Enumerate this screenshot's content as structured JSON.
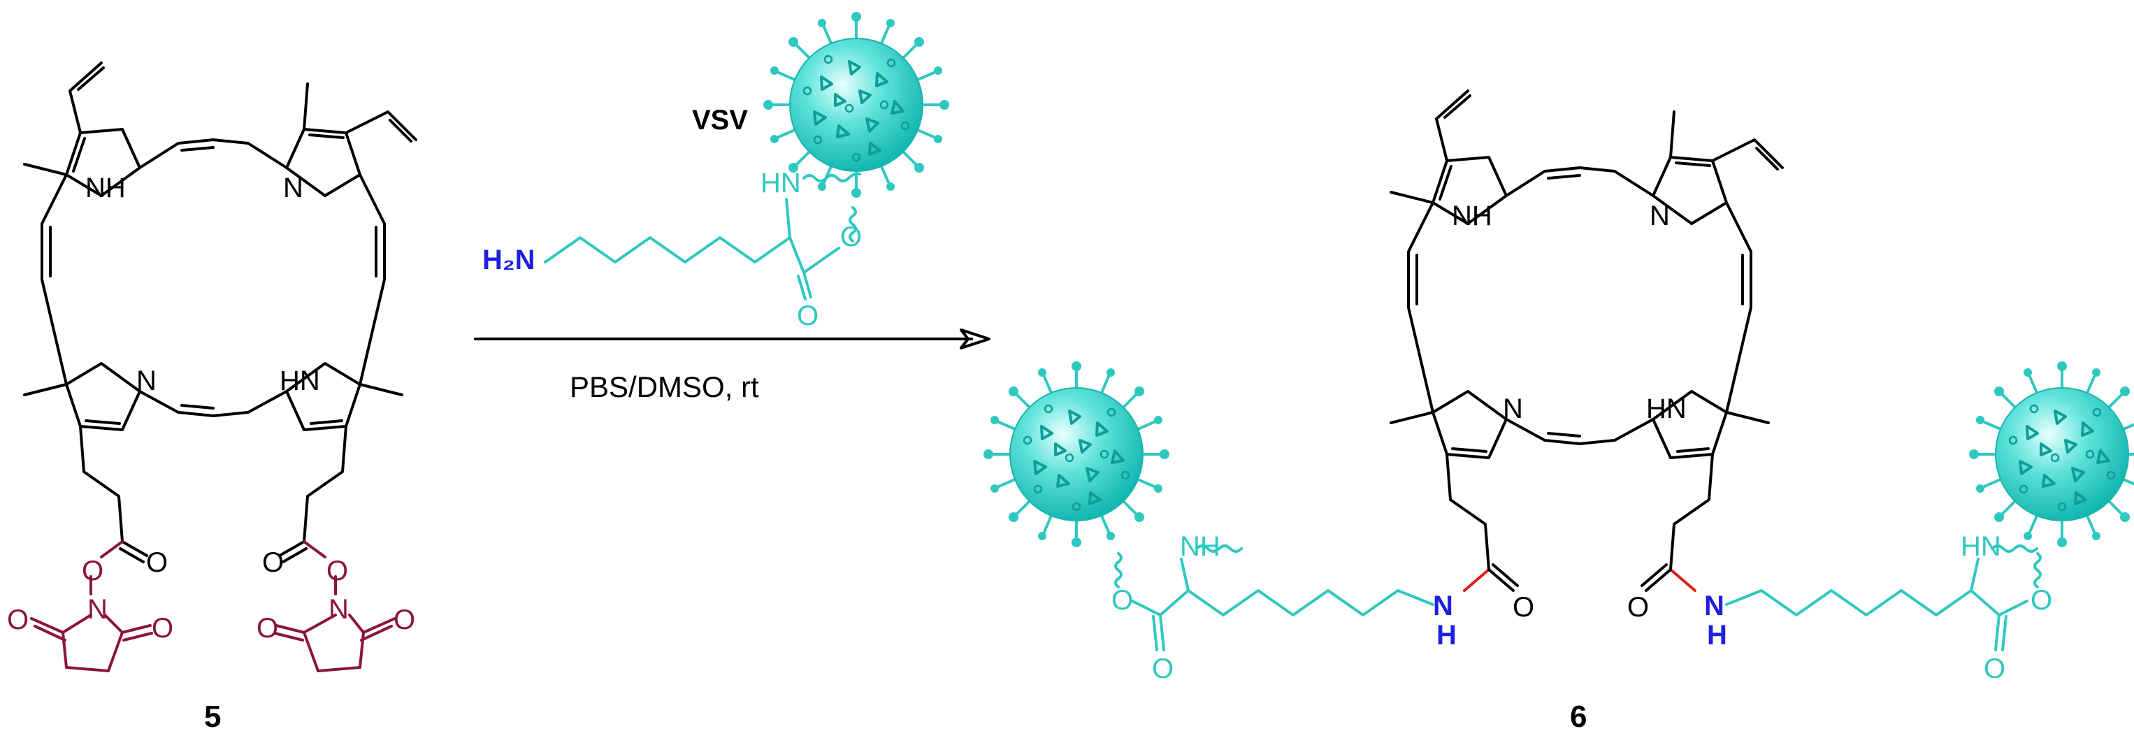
{
  "colors": {
    "black": "#000000",
    "cyan": "#2fc8c0",
    "maroon": "#8a1538",
    "blue": "#1f1fe0",
    "red": "#e11a1a"
  },
  "reagent": {
    "virus_label": "VSV",
    "amine_label": "H₂N",
    "nh_label": "HN",
    "o_ester": "O",
    "o_carbonyl": "O"
  },
  "arrow": {
    "conditions": "PBS/DMSO, rt"
  },
  "compound5": {
    "number": "5",
    "n_top_left": "NH",
    "n_top_right": "N",
    "n_bottom_left": "N",
    "n_bottom_right": "HN",
    "o_left_carbonyl": "O",
    "o_right_carbonyl": "O",
    "o_left_link": "O",
    "o_right_link": "O",
    "nhs_n": "N",
    "nhs_o": "O"
  },
  "compound6": {
    "number": "6",
    "n_top_left": "NH",
    "n_top_right": "N",
    "n_bottom_left": "N",
    "n_bottom_right": "HN",
    "amide_nh": "N",
    "amide_h": "H",
    "amide_o": "O",
    "lys_nh": "NH",
    "lys_hn": "HN",
    "ester_o": "O",
    "acid_o": "O"
  },
  "icons": [
    "virus-particle-icon",
    "reaction-arrow-icon"
  ]
}
